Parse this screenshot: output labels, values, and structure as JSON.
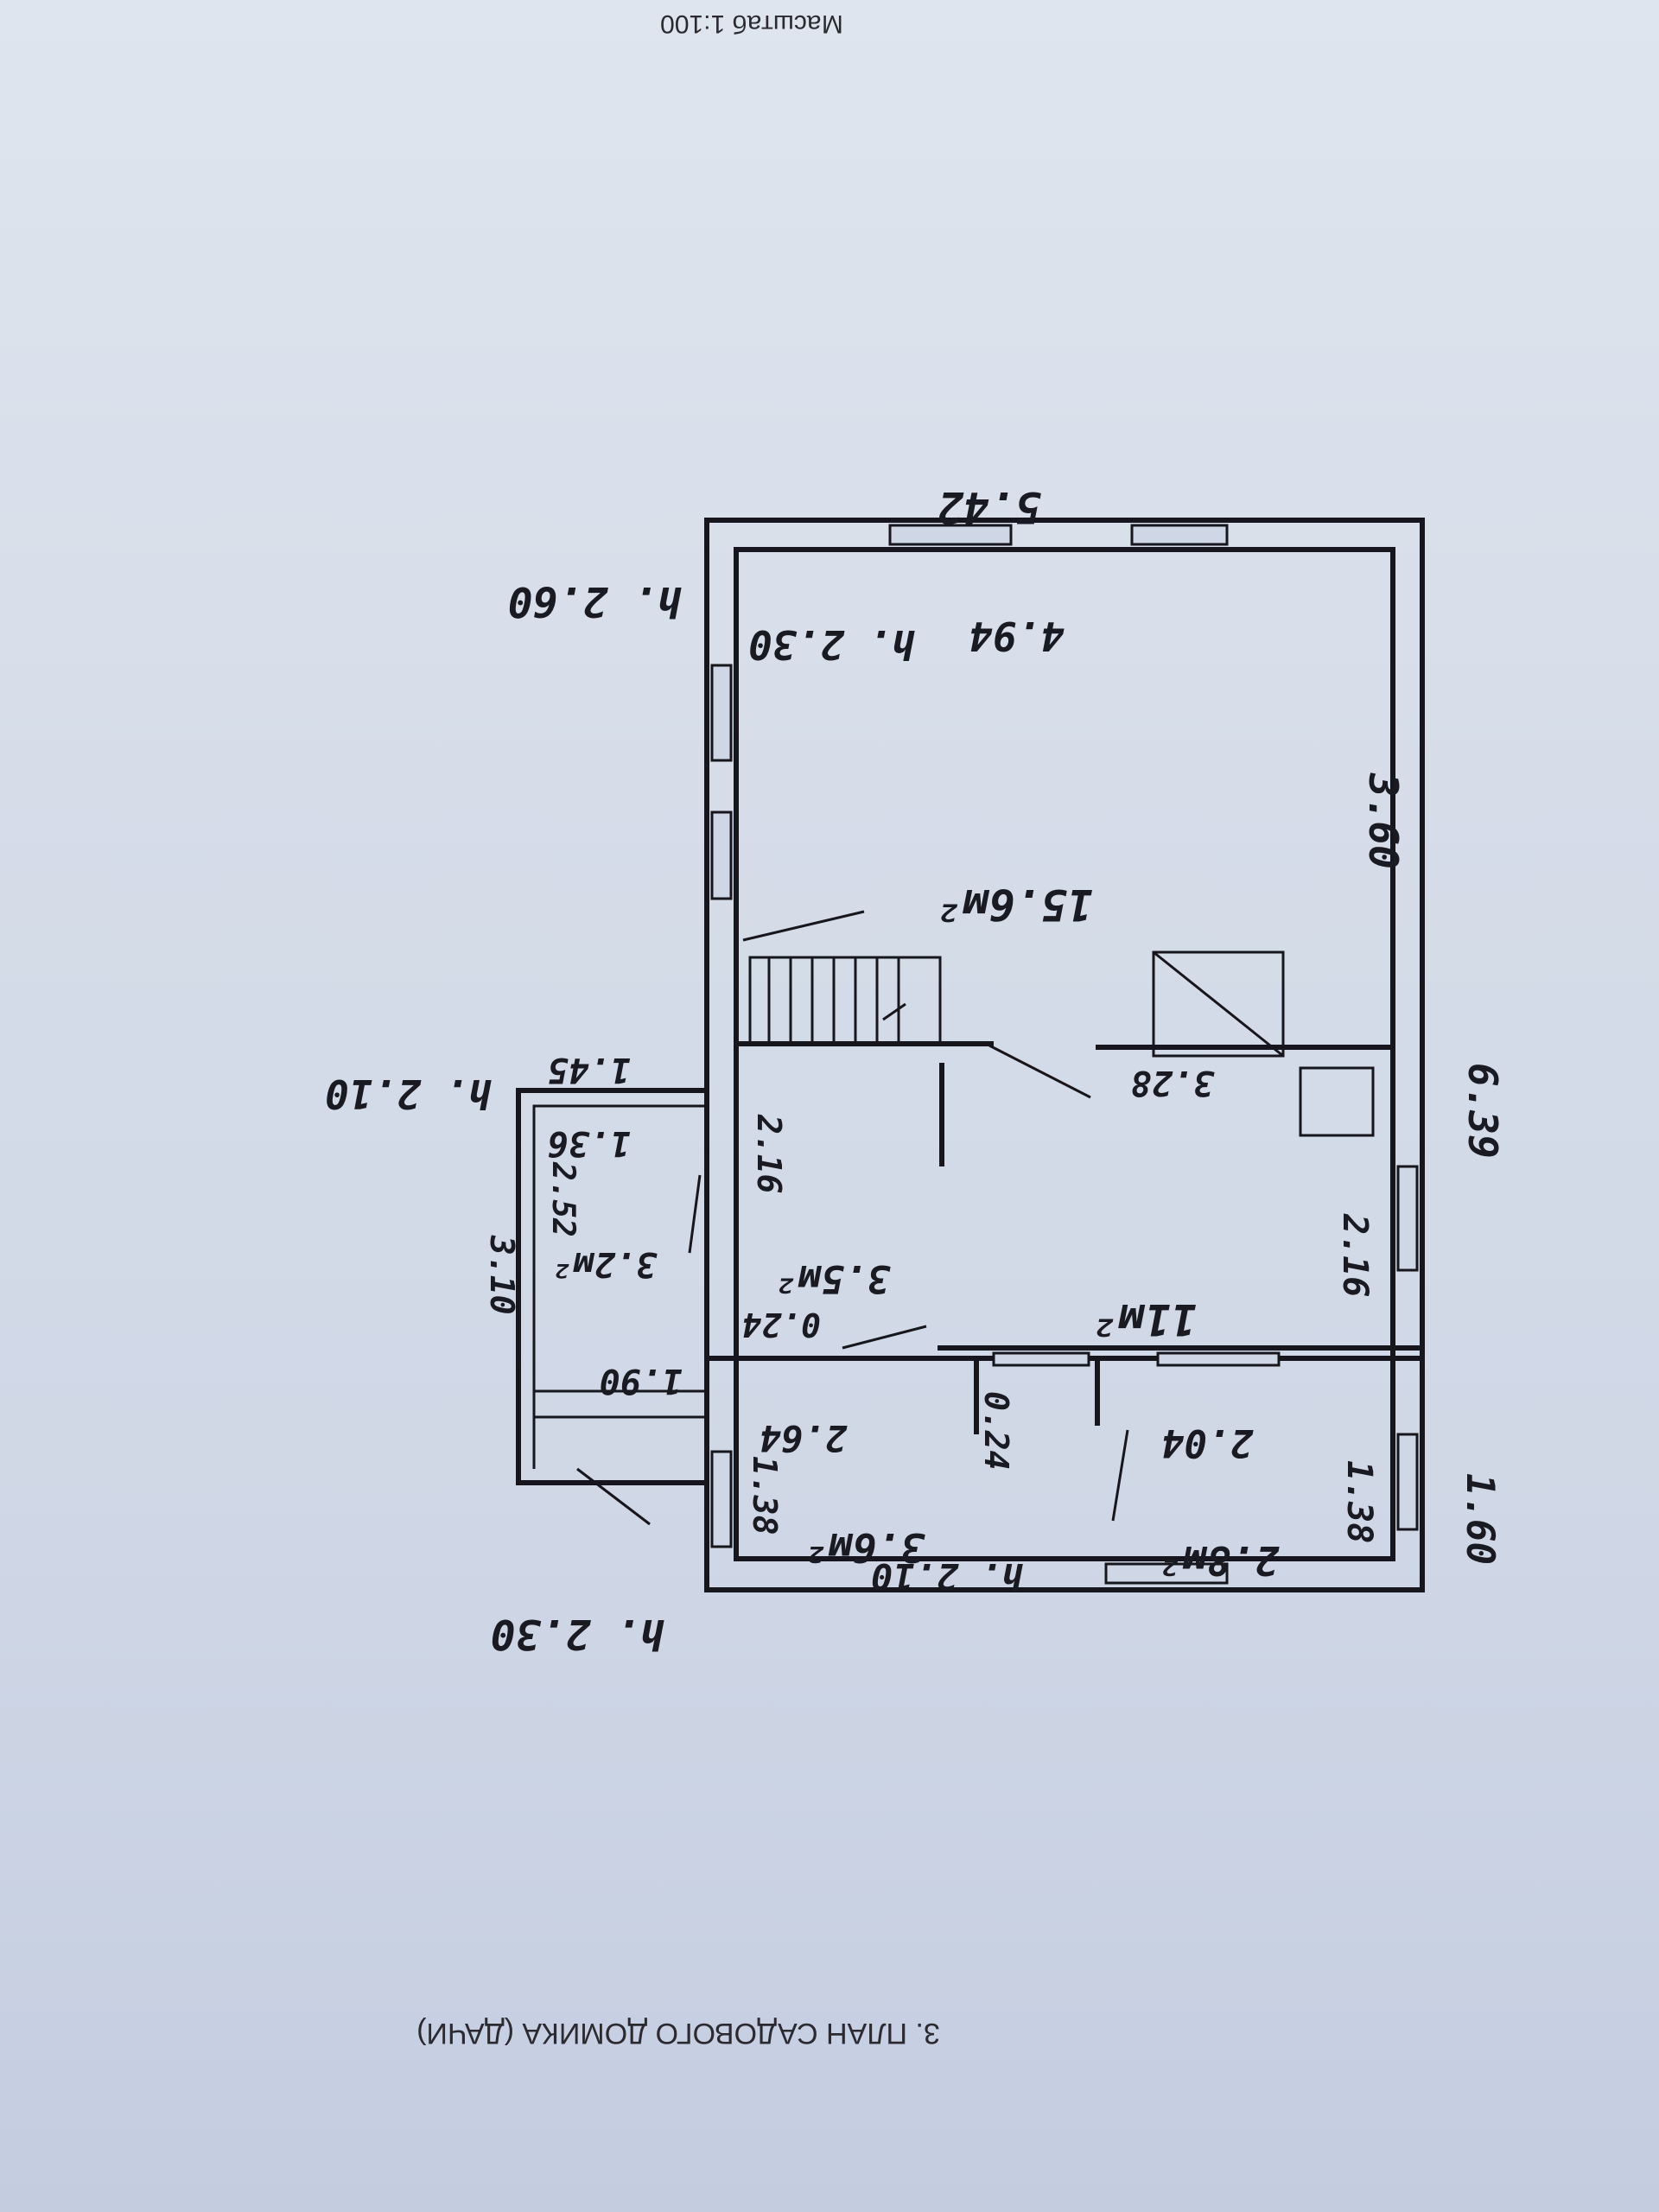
{
  "header": {
    "scale": "Масштаб 1:100"
  },
  "footer": {
    "title": "3. ПЛАН САДОВОГО ДОМИКА (ДАЧИ)"
  },
  "heights": {
    "main": "h. 2.60",
    "porch": "h. 2.10",
    "bottom": "h. 2.30",
    "bath": "h. 2.10",
    "big_room": "h. 2.30"
  },
  "dimensions": {
    "top_outer": "5.42",
    "top_inner": "4.94",
    "right_upper": "3.60",
    "right_total": "6.39",
    "right_lower": "1.60",
    "right_mid": "2.16",
    "small_room_w": "1.38",
    "stair_len": "3.28",
    "hall_w": "2.16",
    "hall_wall": "0.24",
    "wall_mid": "0.24",
    "bath_len": "2.04",
    "bath_side": "1.38",
    "bed_len": "2.64",
    "porch_w": "1.45",
    "porch_inner": "1.36",
    "porch_len": "3.10",
    "porch_inner2": "2.52",
    "porch_bottom": "1.90"
  },
  "areas": {
    "big_room": "15.6м²",
    "living": "11м²",
    "hall": "3.5м²",
    "porch": "3.2м²",
    "bath": "2.8м²",
    "bedroom": "3.6м²"
  }
}
